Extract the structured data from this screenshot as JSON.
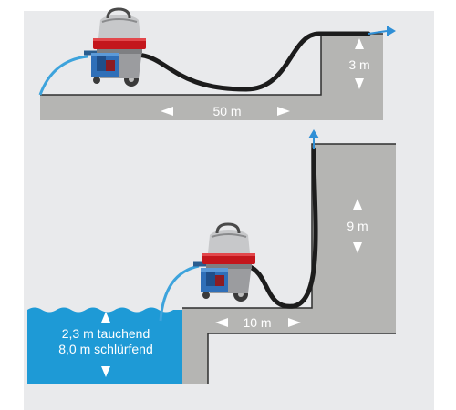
{
  "colors": {
    "background": "#e9eaec",
    "ground": "#b5b5b3",
    "ground_edge": "#2e2e2e",
    "water": "#1e9ad6",
    "hose": "#1c1c1c",
    "hose_inlet": "#3da3dc",
    "arrow_outflow": "#2f8fd6",
    "vacuum_drum": "#9b9c9f",
    "vacuum_head": "#c7c8ca",
    "vacuum_band": "#c4161c",
    "pump_box": "#2f6fb8",
    "label_text": "#ffffff"
  },
  "labels": {
    "top_horizontal": "50 m",
    "top_vertical": "3 m",
    "bottom_vertical": "9 m",
    "bottom_horizontal": "10 m",
    "water_line1": "2,3 m tauchend",
    "water_line2": "8,0 m schlürfend"
  }
}
